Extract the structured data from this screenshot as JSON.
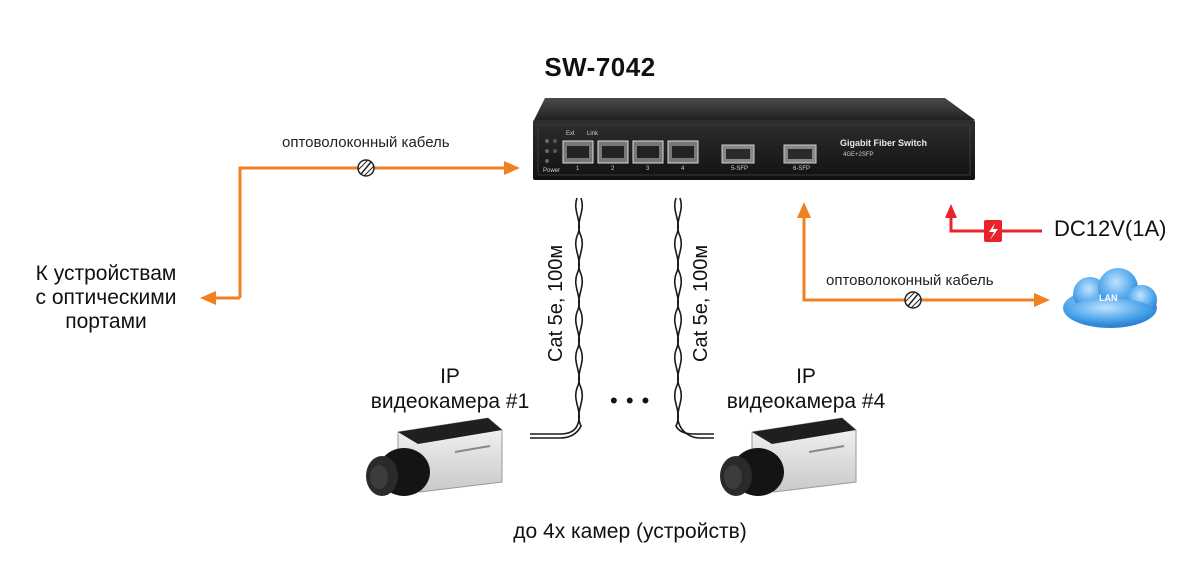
{
  "title": "SW-7042",
  "switch": {
    "model_label": "Gigabit Fiber Switch",
    "model_sub": "4GE+2SFP",
    "led_labels": [
      "Ext",
      "Link"
    ],
    "power_label": "Power",
    "port_numbers": [
      "1",
      "2",
      "3",
      "4"
    ],
    "sfp_labels": [
      "5-SFP",
      "6-SFP"
    ]
  },
  "fiber_label_left": "оптоволоконный кабель",
  "fiber_label_right": "оптоволоконный кабель",
  "devices_label": [
    "К устройствам",
    "с оптическими",
    "портами"
  ],
  "power_label": "DC12V(1A)",
  "lan_label": "LAN",
  "cable_label_1": "Cat 5e, 100м",
  "cable_label_2": "Cat 5e, 100м",
  "camera_1": [
    "IP",
    "видеокамера  #1"
  ],
  "camera_4": [
    "IP",
    "видеокамера  #4"
  ],
  "ellipsis": "• • •",
  "footer": "до 4х камер (устройств)",
  "colors": {
    "arrow": "#f08020",
    "power": "#e8242a",
    "lan": "#3b8ed8"
  }
}
